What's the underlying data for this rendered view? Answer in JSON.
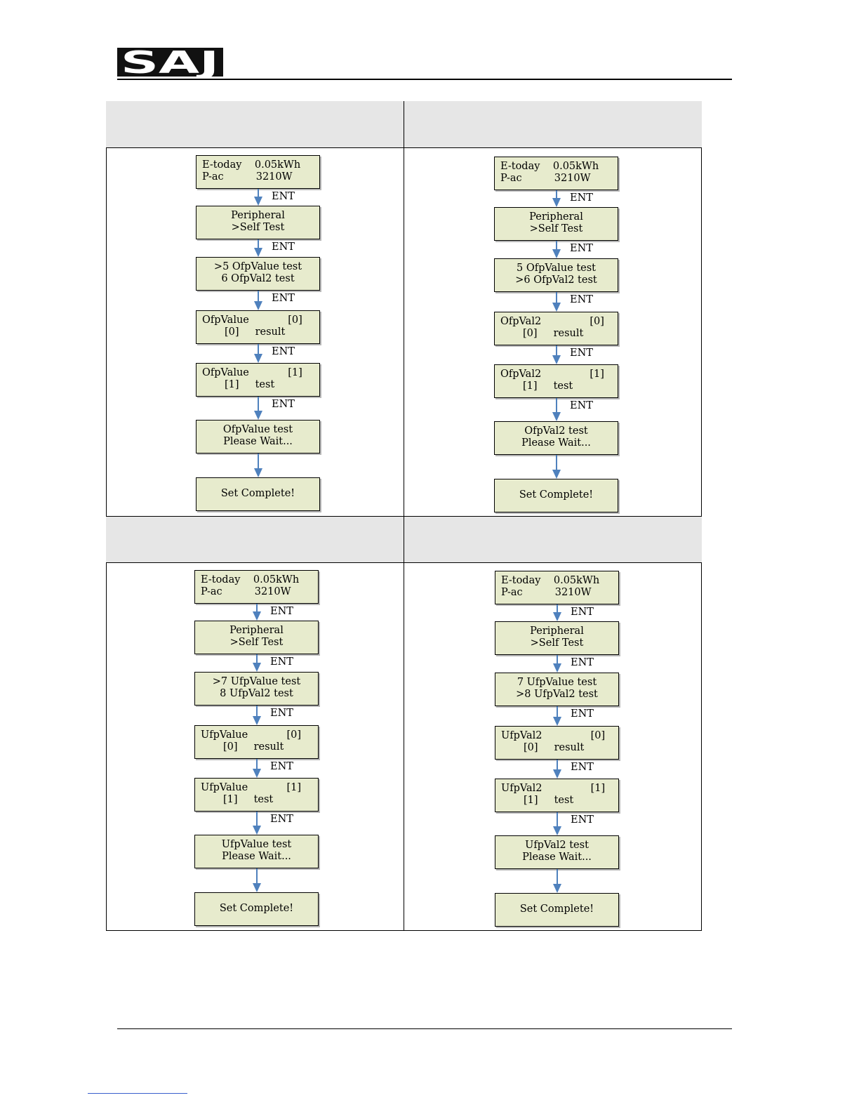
{
  "logo": {
    "text": "SAJ"
  },
  "panels": [
    {
      "id": "ofp-value",
      "steps": [
        {
          "lines": [
            "E-today    0.05kWh",
            "P-ac          3210W"
          ],
          "align": "left"
        },
        {
          "lines": [
            "Peripheral",
            ">Self Test"
          ],
          "align": "center"
        },
        {
          "lines": [
            ">5 OfpValue test",
            "6 OfpVal2 test"
          ],
          "align": "center"
        },
        {
          "lines": [
            "OfpValue            [0]",
            "[0]     result"
          ],
          "align": "left"
        },
        {
          "lines": [
            "OfpValue            [1]",
            "[1]     test"
          ],
          "align": "left"
        },
        {
          "lines": [
            "OfpValue test",
            "Please Wait..."
          ],
          "align": "center"
        },
        {
          "lines": [
            "Set Complete!"
          ],
          "align": "single"
        }
      ],
      "arrow_labels": [
        "ENT",
        "ENT",
        "ENT",
        "ENT",
        "ENT",
        ""
      ]
    },
    {
      "id": "ofp-val2",
      "steps": [
        {
          "lines": [
            "E-today    0.05kWh",
            "P-ac          3210W"
          ],
          "align": "left"
        },
        {
          "lines": [
            "Peripheral",
            ">Self Test"
          ],
          "align": "center"
        },
        {
          "lines": [
            "5 OfpValue test",
            ">6 OfpVal2 test"
          ],
          "align": "center"
        },
        {
          "lines": [
            "OfpVal2               [0]",
            "[0]     result"
          ],
          "align": "left"
        },
        {
          "lines": [
            "OfpVal2               [1]",
            "[1]     test"
          ],
          "align": "left"
        },
        {
          "lines": [
            "OfpVal2 test",
            "Please Wait..."
          ],
          "align": "center"
        },
        {
          "lines": [
            "Set Complete!"
          ],
          "align": "single"
        }
      ],
      "arrow_labels": [
        "ENT",
        "ENT",
        "ENT",
        "ENT",
        "ENT",
        ""
      ]
    },
    {
      "id": "ufp-value",
      "steps": [
        {
          "lines": [
            "E-today    0.05kWh",
            "P-ac          3210W"
          ],
          "align": "left"
        },
        {
          "lines": [
            "Peripheral",
            ">Self Test"
          ],
          "align": "center"
        },
        {
          "lines": [
            ">7 UfpValue test",
            "8 UfpVal2 test"
          ],
          "align": "center"
        },
        {
          "lines": [
            "UfpValue            [0]",
            "[0]     result"
          ],
          "align": "left"
        },
        {
          "lines": [
            "UfpValue            [1]",
            "[1]     test"
          ],
          "align": "left"
        },
        {
          "lines": [
            "UfpValue test",
            "Please Wait..."
          ],
          "align": "center"
        },
        {
          "lines": [
            "Set Complete!"
          ],
          "align": "single"
        }
      ],
      "arrow_labels": [
        "ENT",
        "ENT",
        "ENT",
        "ENT",
        "ENT",
        ""
      ]
    },
    {
      "id": "ufp-val2",
      "steps": [
        {
          "lines": [
            "E-today    0.05kWh",
            "P-ac          3210W"
          ],
          "align": "left"
        },
        {
          "lines": [
            "Peripheral",
            ">Self Test"
          ],
          "align": "center"
        },
        {
          "lines": [
            "7 UfpValue test",
            ">8 UfpVal2 test"
          ],
          "align": "center"
        },
        {
          "lines": [
            "UfpVal2               [0]",
            "[0]     result"
          ],
          "align": "left"
        },
        {
          "lines": [
            "UfpVal2               [1]",
            "[1]     test"
          ],
          "align": "left"
        },
        {
          "lines": [
            "UfpVal2 test",
            "Please Wait..."
          ],
          "align": "center"
        },
        {
          "lines": [
            "Set Complete!"
          ],
          "align": "single"
        }
      ],
      "arrow_labels": [
        "ENT",
        "ENT",
        "ENT",
        "ENT",
        "ENT",
        ""
      ]
    }
  ],
  "colors": {
    "box_fill": "#e7ebcd",
    "arrow": "#4f81bd",
    "header_fill": "#e6e6e6"
  }
}
